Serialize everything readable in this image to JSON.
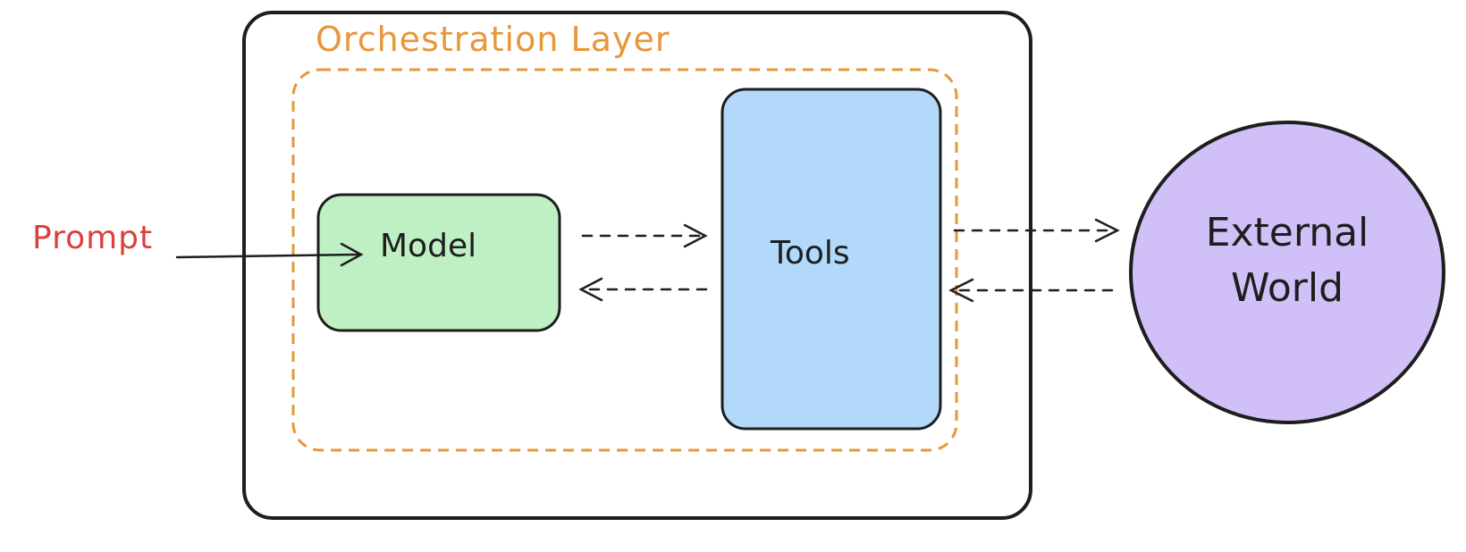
{
  "nodes": {
    "orchestration": {
      "label": "Orchestration Layer"
    },
    "prompt": {
      "label": "Prompt"
    },
    "model": {
      "label": "Model"
    },
    "tools": {
      "label": "Tools"
    },
    "external": {
      "line1": "External",
      "line2": "World"
    }
  },
  "colors": {
    "orchestration_border": "#e8963a",
    "prompt_text": "#d9403e",
    "model_fill": "#bff0c4",
    "tools_fill": "#b2d8fa",
    "external_fill": "#d0c0f7",
    "stroke": "#1e1e1e"
  },
  "edges": [
    {
      "from": "prompt",
      "to": "model",
      "style": "solid"
    },
    {
      "from": "model",
      "to": "tools",
      "style": "dashed"
    },
    {
      "from": "tools",
      "to": "model",
      "style": "dashed"
    },
    {
      "from": "tools",
      "to": "external",
      "style": "dashed"
    },
    {
      "from": "external",
      "to": "tools",
      "style": "dashed"
    }
  ]
}
